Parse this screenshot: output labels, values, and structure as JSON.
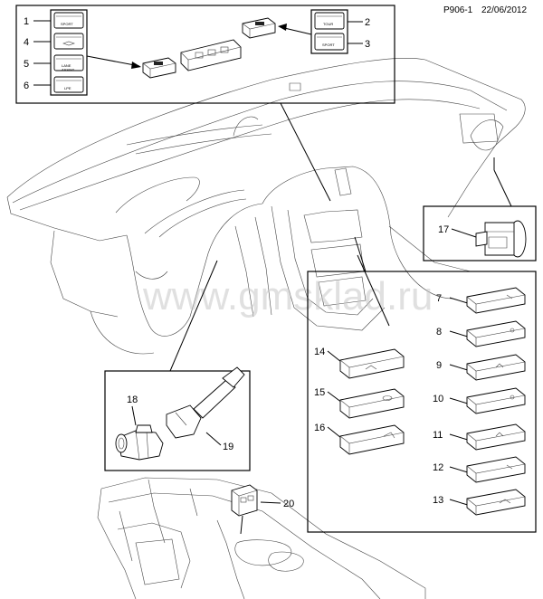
{
  "header": {
    "page_ref": "P906-1",
    "date": "22/06/2012"
  },
  "watermark": "www.gmsklad.ru",
  "switch_labels": {
    "sport": "SPORT",
    "tour": "TOUR",
    "lane": "LANE\nASSIST",
    "lpe": "LPE"
  },
  "callouts": [
    "1",
    "2",
    "3",
    "4",
    "5",
    "6",
    "7",
    "8",
    "9",
    "10",
    "11",
    "12",
    "13",
    "14",
    "15",
    "16",
    "17",
    "18",
    "19",
    "20"
  ],
  "colors": {
    "line": "#000000",
    "watermark": "#c8c8c8",
    "background": "#ffffff"
  }
}
